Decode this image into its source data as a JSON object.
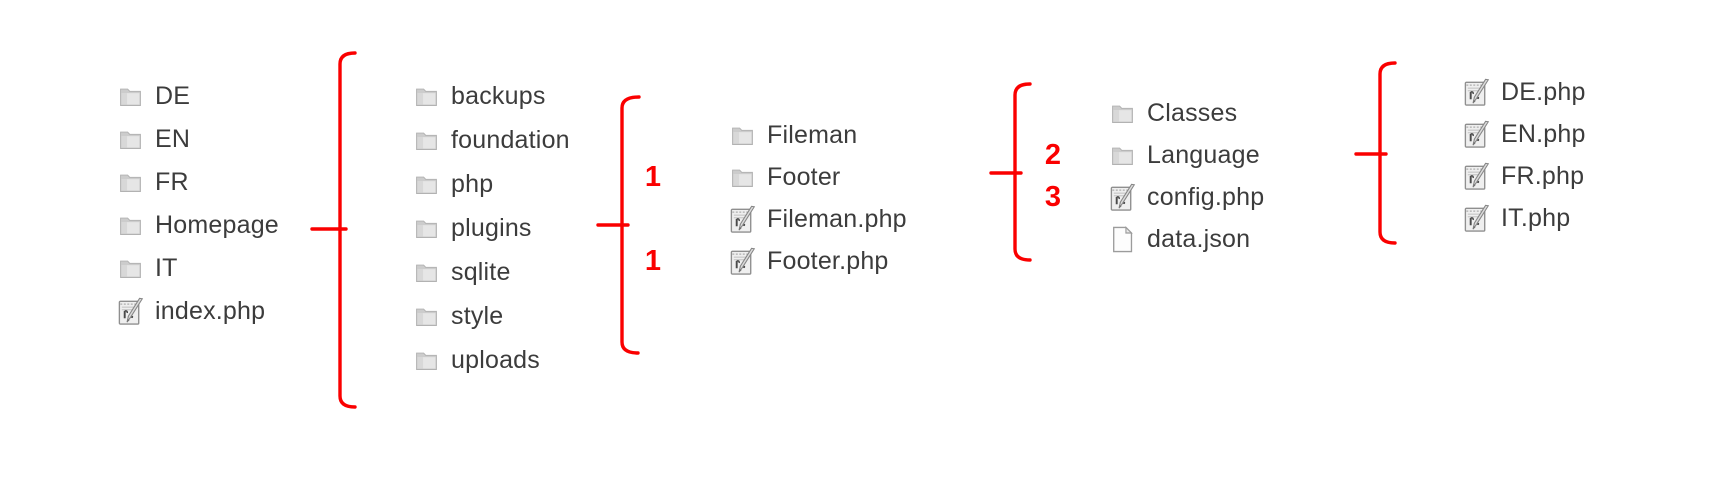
{
  "diagram": {
    "accent_color": "#fa0000",
    "text_color": "#3c3c3c",
    "columns": [
      {
        "id": "root",
        "items": [
          {
            "label": "DE",
            "icon": "folder"
          },
          {
            "label": "EN",
            "icon": "folder"
          },
          {
            "label": "FR",
            "icon": "folder"
          },
          {
            "label": "Homepage",
            "icon": "folder"
          },
          {
            "label": "IT",
            "icon": "folder"
          },
          {
            "label": "index.php",
            "icon": "php"
          }
        ]
      },
      {
        "id": "homepage-children",
        "items": [
          {
            "label": "backups",
            "icon": "folder"
          },
          {
            "label": "foundation",
            "icon": "folder"
          },
          {
            "label": "php",
            "icon": "folder"
          },
          {
            "label": "plugins",
            "icon": "folder"
          },
          {
            "label": "sqlite",
            "icon": "folder"
          },
          {
            "label": "style",
            "icon": "folder"
          },
          {
            "label": "uploads",
            "icon": "folder"
          }
        ]
      },
      {
        "id": "plugins-children",
        "items": [
          {
            "label": "Fileman",
            "icon": "folder"
          },
          {
            "label": "Footer",
            "icon": "folder",
            "marker": "1"
          },
          {
            "label": "Fileman.php",
            "icon": "php"
          },
          {
            "label": "Footer.php",
            "icon": "php",
            "marker": "1"
          }
        ]
      },
      {
        "id": "footer-children",
        "items": [
          {
            "label": "Classes",
            "icon": "folder"
          },
          {
            "label": "Language",
            "icon": "folder",
            "marker": "2"
          },
          {
            "label": "config.php",
            "icon": "php",
            "marker": "3"
          },
          {
            "label": "data.json",
            "icon": "file"
          }
        ]
      },
      {
        "id": "language-children",
        "items": [
          {
            "label": "DE.php",
            "icon": "php"
          },
          {
            "label": "EN.php",
            "icon": "php"
          },
          {
            "label": "FR.php",
            "icon": "php"
          },
          {
            "label": "IT.php",
            "icon": "php"
          }
        ]
      }
    ]
  }
}
